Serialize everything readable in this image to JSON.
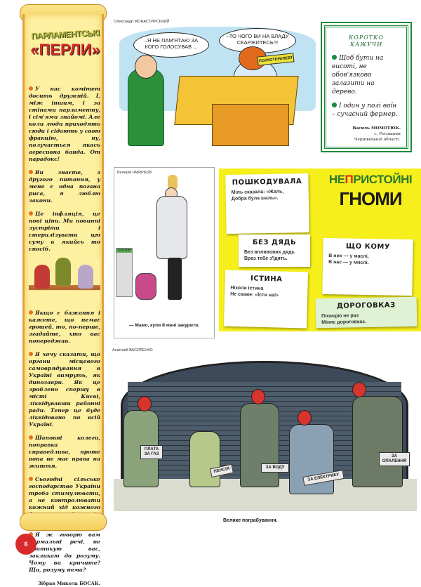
{
  "sidebar": {
    "title_line1": "ПАРЛАМЕНТСЬКІ",
    "title_line2": "«ПЕРЛИ»",
    "quotes": [
      "У нас комітет досить дружній. І, між іншим, і за стінами парламенту, і сім'ями знайомі. Але коли люди приходять сюди і сідають у свою фракцію, ну, получається якась агресивна банда. От парадокс!",
      "Ви знаєте, з другого питання, у мене є одна погана риса, я люблю закони.",
      "Це інфляція, це нові ціни. Ми повинні зустріти і стерилізувати цю суму в якийсь то спосіб.",
      "Якщо є бажання і кажете, що немає грошей, то, по-перше, згадайте, хто вас попереджав.",
      "Я хочу сказати, що органи місцевого самоврядування в Україні вимруть, як динозаври. Як це зроблено спершу в місті Києві, ліквідувавши районні ради. Тепер це буде ліквідовано по всій Україні.",
      "Шановні колеги, поправка справедлива, проте вона не має права на життя.",
      "Сьогодні сільське господарство України треба стимулювати, а не контролювати кожний хід кожного буряка, куди він прийшов, куди пішов.",
      "Я ж говорю вам нормальні речі, не критикую вас, закликаю до розуму. Чому ви кричите? Що, розуму нема?"
    ],
    "signature": "Зібрав Микола БОСАК."
  },
  "page_number": "6",
  "cartoon_top": {
    "author": "Олександр МОНАСТИРСЬКИЙ",
    "bubble_left": "–Я НЕ ПАМ'ЯТАЮ ЗА КОГО ГОЛОСУВАВ ...",
    "bubble_right": "–ТО ЧОГО ВИ НА ВЛАДУ СКАРЖИТЕСЬ?!",
    "sign": "ПСИХОТЕРАПЕВТ"
  },
  "box_green": {
    "title_line1": "КОРОТКО",
    "title_line2": "КАЖУЧИ",
    "items": [
      "Щоб бути на висоті, не обов'язково залазити на дерево.",
      "І один у полі воїн – сучасний фермер."
    ],
    "author": "Василь МОМОТЮК.",
    "location_line1": "с. Росошани",
    "location_line2": "Чернівецької області."
  },
  "cartoon_middle": {
    "author": "Валерій ЧМИРЬОВ",
    "shop_sign": "ТЮТЮН",
    "caption": "— Мамо, купи й мені закурити."
  },
  "gnomes": {
    "title_line1_pre": "НЕ",
    "title_line1_red": "П",
    "title_line1_post": "РИСТОЙНІ",
    "title_line2": "ГНОМИ",
    "cards": [
      {
        "title": "ПОШКОДУВАЛА",
        "line1": "Міль сказала: «Жаль,",
        "line2": "Добра була шаль»."
      },
      {
        "title": "БЕЗ ДЯДЬ",
        "line1": "Без впливових дядь",
        "line2": "Враз тебе з'їдять."
      },
      {
        "title": "ЩО КОМУ",
        "line1": "В них — у маслі,",
        "line2": "В нас — у мислі."
      },
      {
        "title": "ІСТИНА",
        "line1": "Ніколи Істина",
        "line2": "Не скаже: «Їсти на!»"
      },
      {
        "title": "ДОРОГОВКАЗ",
        "line1": "Позицію не раз",
        "line2": "Міняє дороговказ."
      }
    ]
  },
  "cartoon_bottom": {
    "author": "Анатолій ВАСИЛЕНКО",
    "tags": [
      "ПЛАТА ЗА ГАЗ",
      "ПЕНСІЯ",
      "ЗА ВОДУ",
      "ЗА ЕЛЕКТРИКУ",
      "ЗА ОПАЛЕННЯ"
    ],
    "caption": "Велике пограбування."
  },
  "colors": {
    "scroll": "#fdf0a0",
    "accent_red": "#d82a2a",
    "green": "#1e8a3a",
    "yellow_panel": "#f6ef1b"
  }
}
